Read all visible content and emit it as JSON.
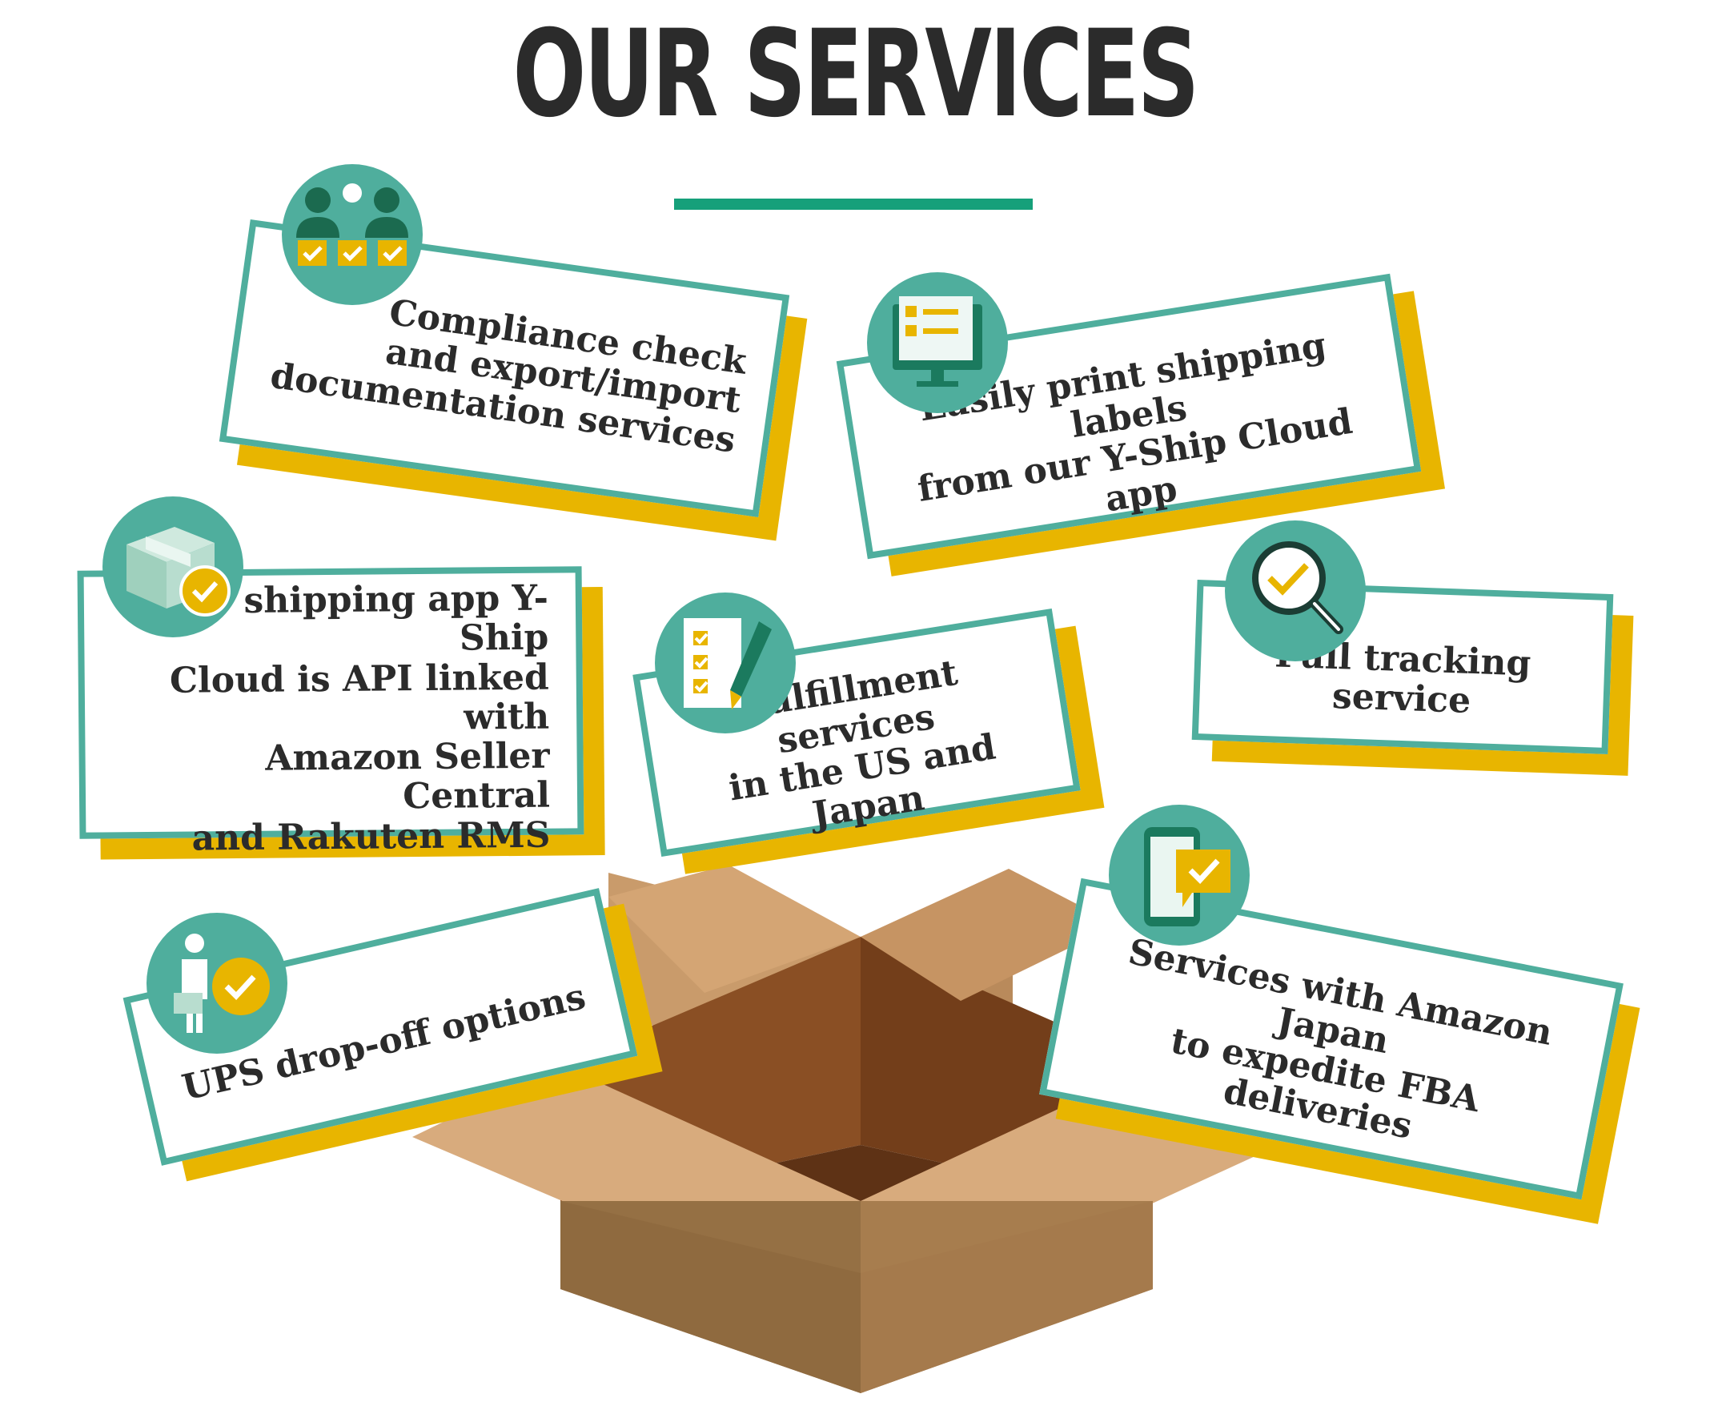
{
  "title": "OUR SERVICES",
  "colors": {
    "teal": "#4fae9d",
    "dark_teal": "#1b7a5e",
    "yellow": "#e8b500",
    "text": "#2b2b2b",
    "box_light": "#d7ab7c",
    "box_mid": "#a57a4c",
    "box_dark": "#7a4a1f",
    "divider": "#16a07a"
  },
  "services": [
    {
      "text": "Compliance check\nand export/import\ndocumentation services",
      "icon": "team-checklist-icon"
    },
    {
      "text": "Easily print shipping labels\nfrom our Y-Ship Cloud app",
      "icon": "monitor-checklist-icon"
    },
    {
      "text": "Our shipping app Y-Ship\nCloud is API linked with\nAmazon Seller Central\nand Rakuten RMS",
      "icon": "package-check-icon"
    },
    {
      "text": "Fulfillment services\nin the US and Japan",
      "icon": "clipboard-pen-icon"
    },
    {
      "text": "Full tracking service",
      "icon": "magnifier-check-icon"
    },
    {
      "text": "UPS drop-off options",
      "icon": "courier-check-icon"
    },
    {
      "text": "Services with Amazon Japan\nto expedite FBA deliveries",
      "icon": "phone-message-icon"
    }
  ]
}
